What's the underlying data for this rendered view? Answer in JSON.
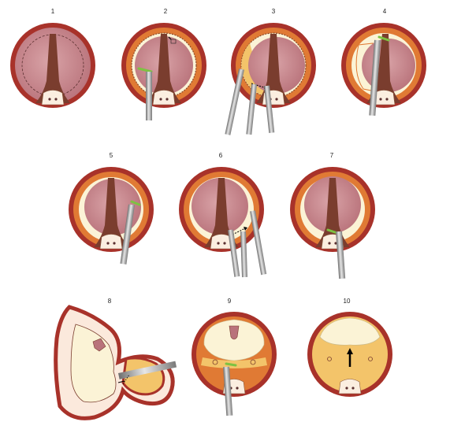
{
  "figure": {
    "panels": [
      {
        "id": 1,
        "label": "1"
      },
      {
        "id": 2,
        "label": "2"
      },
      {
        "id": 3,
        "label": "3"
      },
      {
        "id": 4,
        "label": "4"
      },
      {
        "id": 5,
        "label": "5"
      },
      {
        "id": 6,
        "label": "6"
      },
      {
        "id": 7,
        "label": "7"
      },
      {
        "id": 8,
        "label": "8"
      },
      {
        "id": 9,
        "label": "9"
      },
      {
        "id": 10,
        "label": "10"
      }
    ]
  },
  "colors": {
    "outer_ring": "#a8322a",
    "ring_fill": "#e07a34",
    "membrane": "#c58a8f",
    "malleus": "#7a3d2e",
    "flap": "#f3c46a",
    "cream": "#fbf3d6",
    "instrument": "#a9a9a9",
    "graft": "#7dc242"
  }
}
